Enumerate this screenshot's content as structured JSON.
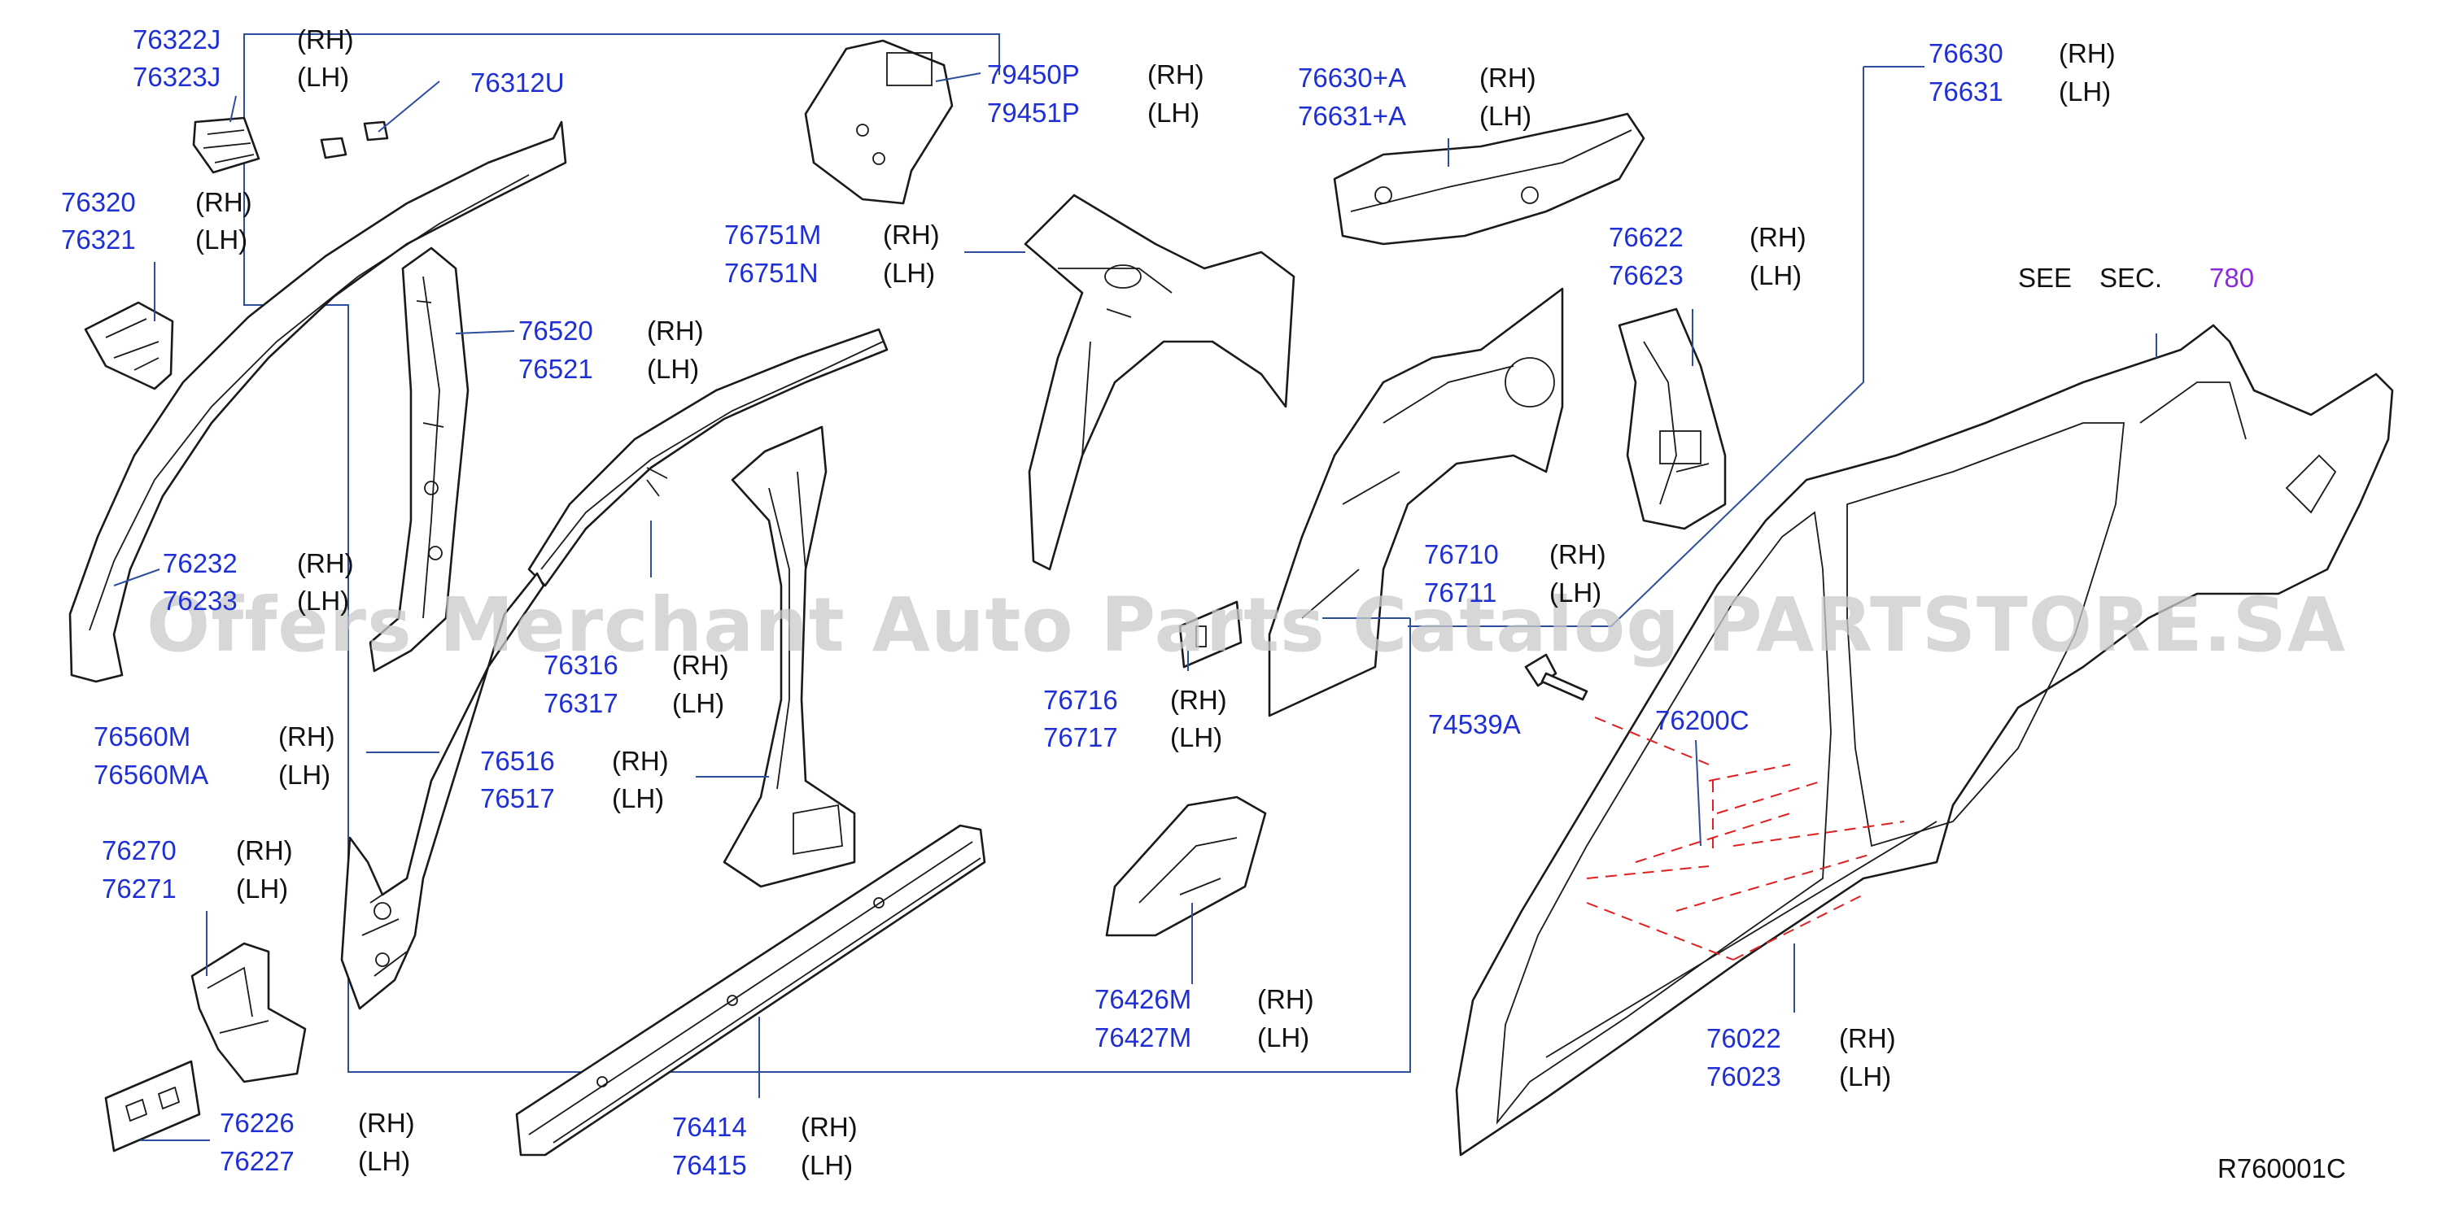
{
  "diagram_code": "R760001C",
  "watermark": "Offers Merchant Auto Parts Catalog PARTSTORE.SA",
  "see_section": {
    "see": "SEE",
    "sec": "SEC.",
    "number": "780"
  },
  "callouts": [
    {
      "id": "76322J",
      "side": "(RH)"
    },
    {
      "id": "76323J",
      "side": "(LH)"
    },
    {
      "id": "76312U",
      "side": ""
    },
    {
      "id": "76320",
      "side": "(RH)"
    },
    {
      "id": "76321",
      "side": "(LH)"
    },
    {
      "id": "76520",
      "side": "(RH)"
    },
    {
      "id": "76521",
      "side": "(LH)"
    },
    {
      "id": "76232",
      "side": "(RH)"
    },
    {
      "id": "76233",
      "side": "(LH)"
    },
    {
      "id": "76316",
      "side": "(RH)"
    },
    {
      "id": "76317",
      "side": "(LH)"
    },
    {
      "id": "76560M",
      "side": "(RH)"
    },
    {
      "id": "76560MA",
      "side": "(LH)"
    },
    {
      "id": "76516",
      "side": "(RH)"
    },
    {
      "id": "76517",
      "side": "(LH)"
    },
    {
      "id": "76270",
      "side": "(RH)"
    },
    {
      "id": "76271",
      "side": "(LH)"
    },
    {
      "id": "76226",
      "side": "(RH)"
    },
    {
      "id": "76227",
      "side": "(LH)"
    },
    {
      "id": "76414",
      "side": "(RH)"
    },
    {
      "id": "76415",
      "side": "(LH)"
    },
    {
      "id": "79450P",
      "side": "(RH)"
    },
    {
      "id": "79451P",
      "side": "(LH)"
    },
    {
      "id": "76751M",
      "side": "(RH)"
    },
    {
      "id": "76751N",
      "side": "(LH)"
    },
    {
      "id": "76630+A",
      "side": "(RH)"
    },
    {
      "id": "76631+A",
      "side": "(LH)"
    },
    {
      "id": "76630",
      "side": "(RH)"
    },
    {
      "id": "76631",
      "side": "(LH)"
    },
    {
      "id": "76622",
      "side": "(RH)"
    },
    {
      "id": "76623",
      "side": "(LH)"
    },
    {
      "id": "76710",
      "side": "(RH)"
    },
    {
      "id": "76711",
      "side": "(LH)"
    },
    {
      "id": "76716",
      "side": "(RH)"
    },
    {
      "id": "76717",
      "side": "(LH)"
    },
    {
      "id": "74539A",
      "side": ""
    },
    {
      "id": "76200C",
      "side": ""
    },
    {
      "id": "76426M",
      "side": "(RH)"
    },
    {
      "id": "76427M",
      "side": "(LH)"
    },
    {
      "id": "76022",
      "side": "(RH)"
    },
    {
      "id": "76023",
      "side": "(LH)"
    }
  ]
}
